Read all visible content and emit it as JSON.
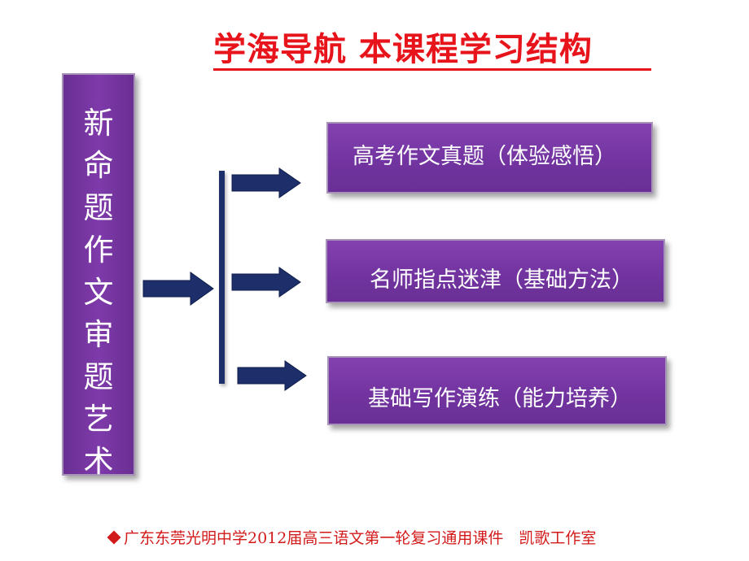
{
  "diagram": {
    "title": {
      "text": "学海导航 本课程学习结构",
      "color": "#e8141b"
    },
    "root": {
      "label": "新命题作文审题艺术",
      "characters": [
        "新",
        "命",
        "题",
        "作",
        "文",
        "审",
        "题",
        "艺",
        "术"
      ]
    },
    "branches": [
      {
        "label": "高考作文真题（体验感悟）"
      },
      {
        "label": "名师指点迷津（基础方法）"
      },
      {
        "label": "基础写作演练（能力培养）"
      }
    ],
    "footer": {
      "text": "广东东莞光明中学2012届高三语文第一轮复习通用课件　凯歌工作室"
    },
    "colors": {
      "box_fill": "#7234a0",
      "box_border": "#a893b8",
      "arrow": "#1c2f6b",
      "title": "#e8141b",
      "footer": "#d21a1a"
    }
  }
}
